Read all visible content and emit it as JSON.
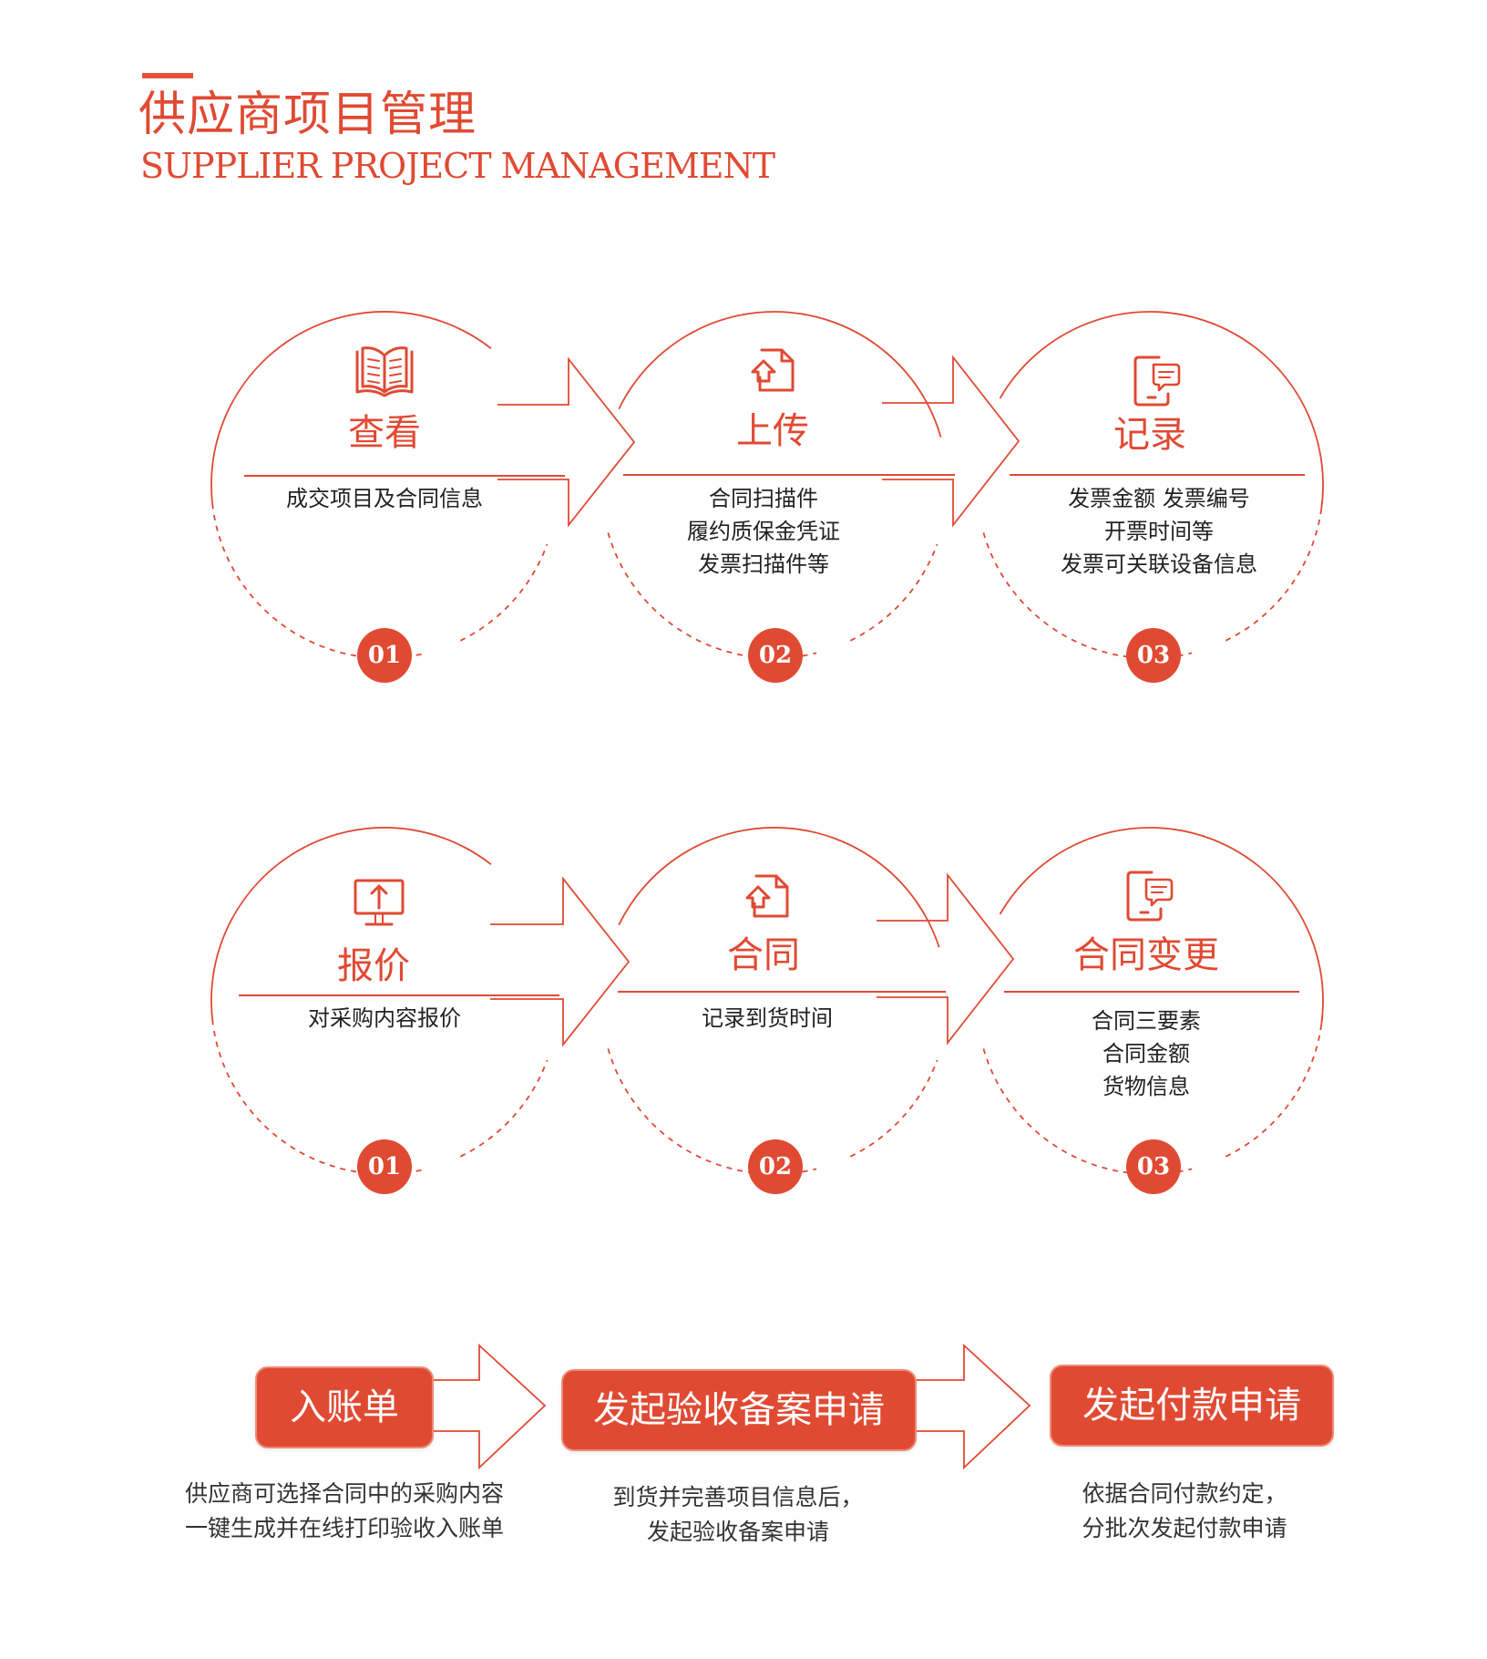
{
  "header": {
    "title_cn": "供应商项目管理",
    "title_en": "SUPPLIER PROJECT MANAGEMENT"
  },
  "row1": [
    {
      "num": "01",
      "title": "查看",
      "icon": "open-book-icon",
      "lines": [
        "成交项目及合同信息"
      ]
    },
    {
      "num": "02",
      "title": "上传",
      "icon": "file-upload-icon",
      "lines": [
        "合同扫描件",
        "履约质保金凭证",
        "发票扫描件等"
      ]
    },
    {
      "num": "03",
      "title": "记录",
      "icon": "mobile-chat-icon",
      "lines": [
        "发票金额  发票编号",
        "开票时间等",
        "发票可关联设备信息"
      ]
    }
  ],
  "row2": [
    {
      "num": "01",
      "title": "报价",
      "icon": "monitor-upload-icon",
      "lines": [
        "对采购内容报价"
      ]
    },
    {
      "num": "02",
      "title": "合同",
      "icon": "file-upload-icon",
      "lines": [
        "记录到货时间"
      ]
    },
    {
      "num": "03",
      "title": "合同变更",
      "icon": "mobile-chat-icon",
      "lines": [
        "合同三要素",
        "合同金额",
        "货物信息"
      ]
    }
  ],
  "bottom": [
    {
      "label": "入账单",
      "lines": [
        "供应商可选择合同中的采购内容",
        "一键生成并在线打印验收入账单"
      ]
    },
    {
      "label": "发起验收备案申请",
      "lines": [
        "到货并完善项目信息后，",
        "发起验收备案申请"
      ]
    },
    {
      "label": "发起付款申请",
      "lines": [
        "依据合同付款约定，",
        "分批次发起付款申请"
      ]
    }
  ],
  "colors": {
    "accent": "#e04a33",
    "text": "#222222"
  }
}
